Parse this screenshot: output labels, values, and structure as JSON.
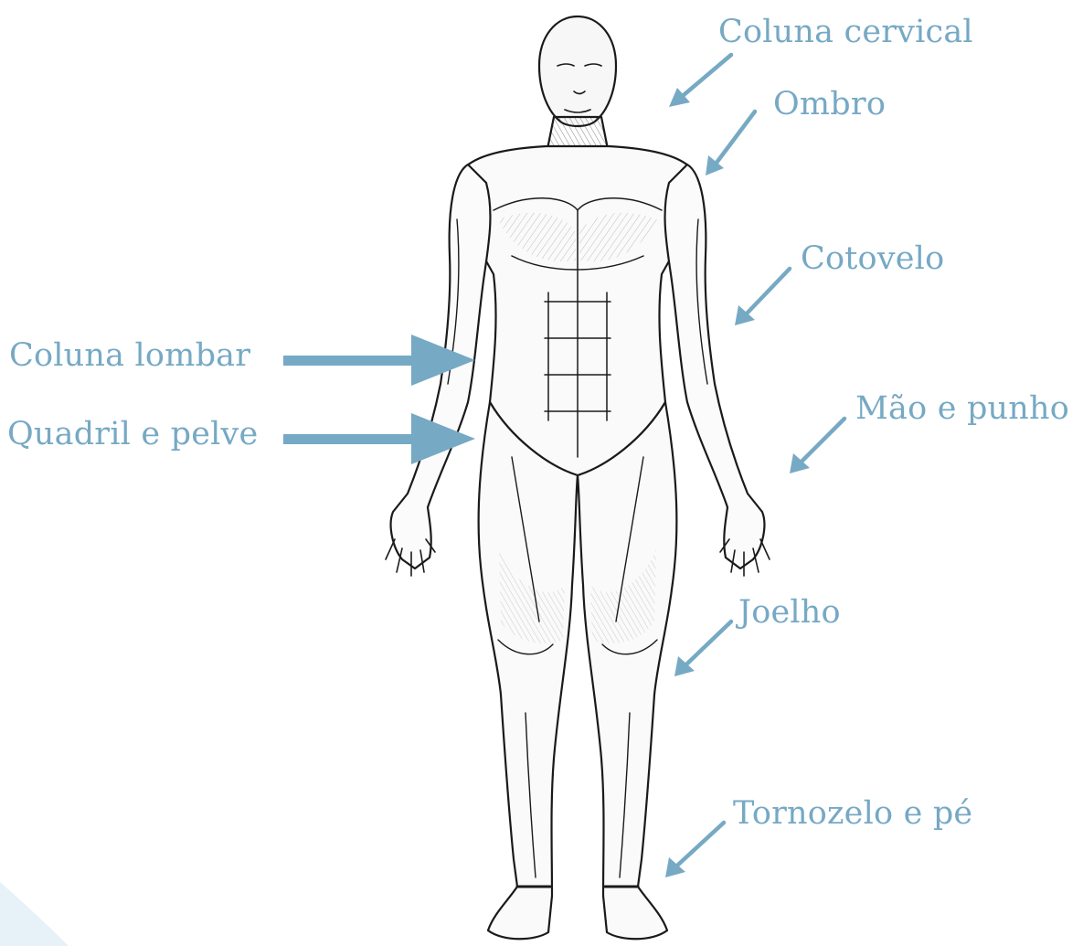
{
  "accent_color": "#76a9c4",
  "body_icon": "anatomical-muscle-figure",
  "labels": {
    "coluna_cervical": "Coluna cervical",
    "ombro": "Ombro",
    "cotovelo": "Cotovelo",
    "coluna_lombar": "Coluna lombar",
    "quadril_pelve": "Quadril e pelve",
    "mao_punho": "Mão e punho",
    "joelho": "Joelho",
    "tornozelo_pe": "Tornozelo e pé"
  }
}
